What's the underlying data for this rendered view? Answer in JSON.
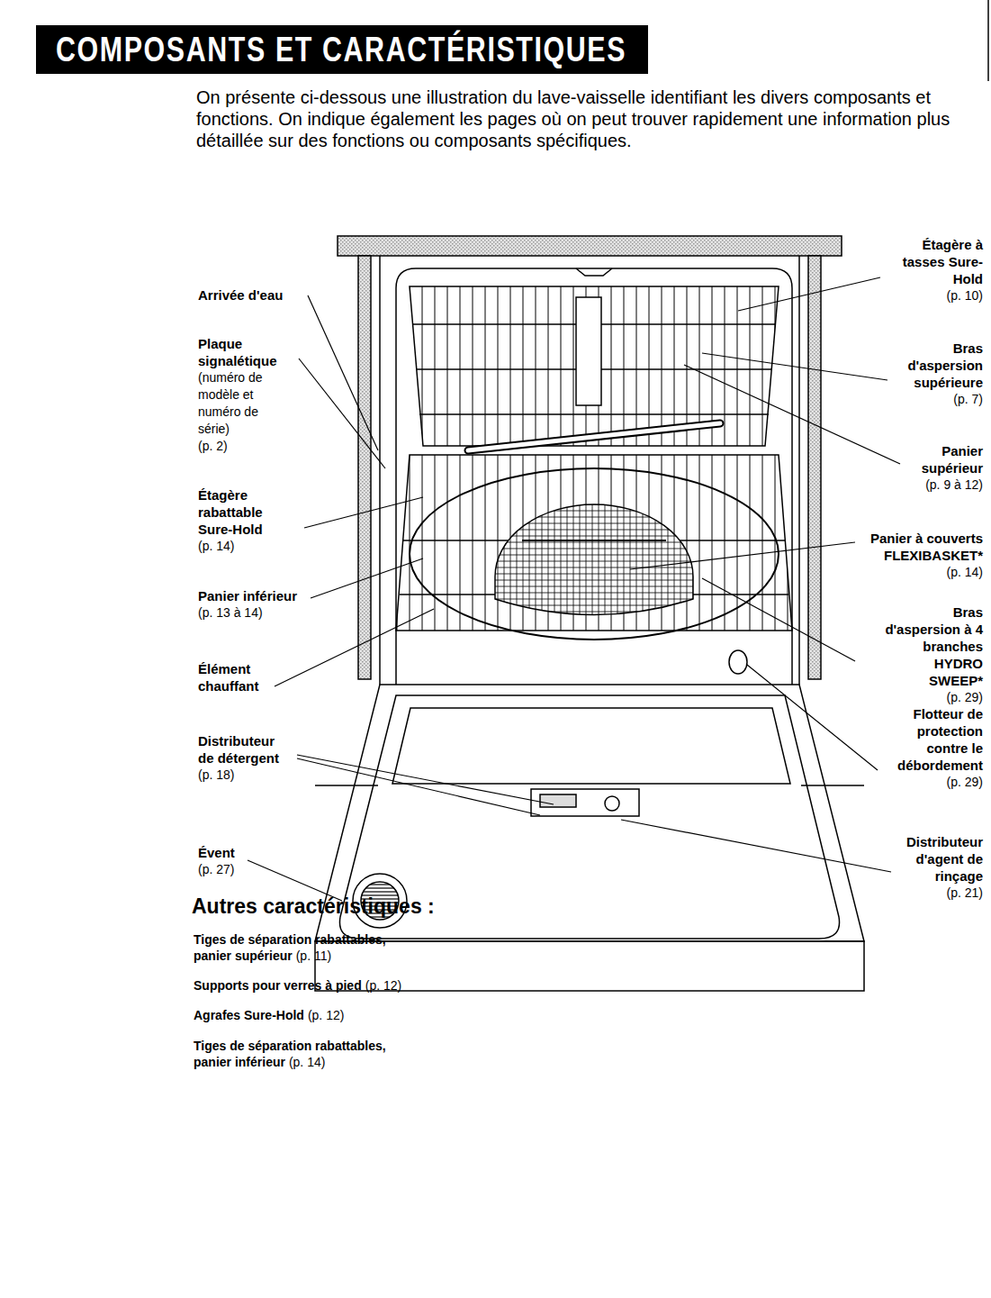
{
  "diagram": {
    "title": "COMPOSANTS ET CARACTÉRISTIQUES",
    "labels": [
      "On présente ci-dessous une illustration du lave-vaisselle identifiant les divers composants et fonctions. On indique également les pages où on peut trouver rapidement une information plus détaillée sur des fonctions ou composants spécifiques.",
      "Arrivée d'eau",
      "Plaque signalétique",
      "(numéro de modèle et numéro de série)",
      "(p. 2)",
      "Étagère rabattable Sure-Hold",
      "(p. 14)",
      "Panier inférieur",
      "(p. 13 à 14)",
      "Élément chauffant",
      "Distributeur de détergent",
      "(p. 18)",
      "Évent",
      "(p. 27)",
      "Étagère à tasses Sure-Hold",
      "(p. 10)",
      "Bras d'aspersion supérieure",
      "(p. 7)",
      "Panier supérieur",
      "(p. 9 à 12)",
      "Panier à couverts FLEXIBASKET*",
      "(p. 14)",
      "Bras d'aspersion à 4 branches HYDRO SWEEP*",
      "(p. 29)",
      "Flotteur de protection contre le débordement",
      "(p. 29)",
      "Distributeur d'agent de rinçage",
      "(p. 21)",
      "Autres caractéristiques :",
      "Tiges de séparation rabattables, panier supérieur",
      "(p. 11)",
      "Supports pour verres à pied",
      "(p. 12)",
      "Agrafes Sure-Hold",
      "(p. 12)",
      "Tiges de séparation rabattables, panier inférieur",
      "(p. 14)"
    ]
  }
}
